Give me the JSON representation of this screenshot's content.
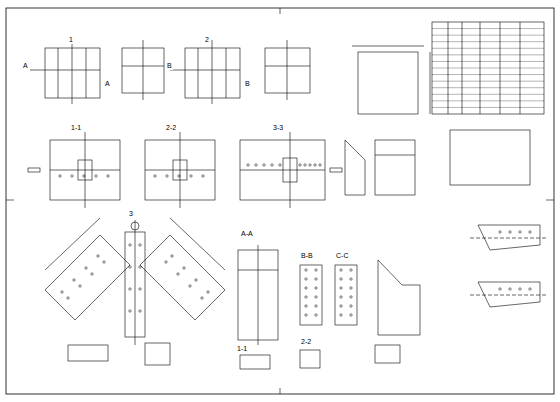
{
  "diagram": {
    "labels": [
      "A",
      "A",
      "B",
      "B",
      "1-1",
      "2-2",
      "3-3",
      "A-A",
      "B-B",
      "C-C",
      "1",
      "2",
      "3",
      "1-1",
      "2-2"
    ]
  }
}
